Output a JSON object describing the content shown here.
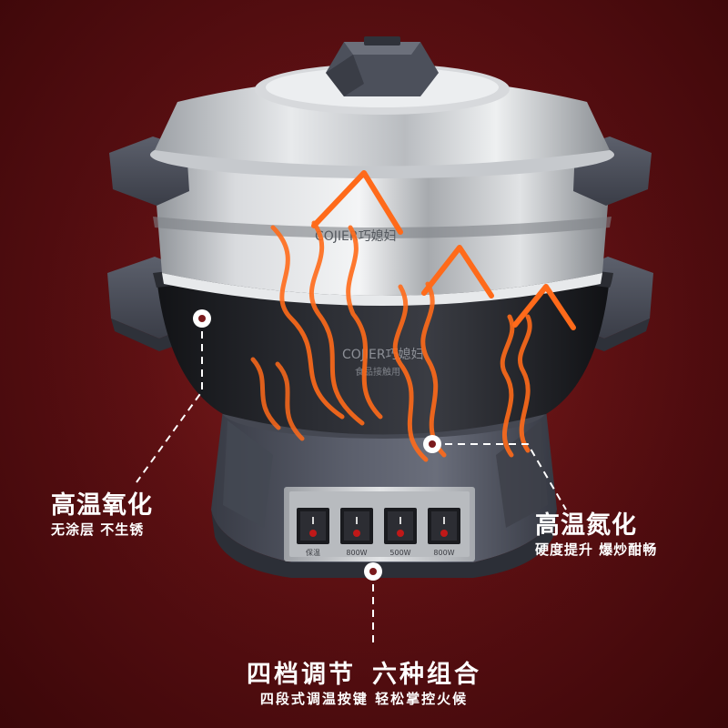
{
  "brand": {
    "lid_logo": "COJIER巧媳妇",
    "pot_logo": "COJIER巧媳妇",
    "pot_sub": "食品接触用"
  },
  "control_panel": {
    "switch_labels": [
      "保温",
      "800W",
      "500W",
      "800W"
    ]
  },
  "callouts": {
    "left": {
      "title": "高温氧化",
      "sub_a": "无涂层",
      "sub_b": "不生锈"
    },
    "right": {
      "title": "高温氮化",
      "sub_a": "硬度提升",
      "sub_b": "爆炒酣畅"
    },
    "bottom": {
      "title_a": "四档调节",
      "title_b": "六种组合",
      "sub": "四段式调温按键 轻松掌控火候"
    }
  },
  "colors": {
    "background": "#5a0f12",
    "steel": "#c9ccd0",
    "pot_body": "#1e1f24",
    "base": "#4a4e5a",
    "heat_arrow": "#ff6a1a",
    "switch_indicator": "#c01818"
  }
}
